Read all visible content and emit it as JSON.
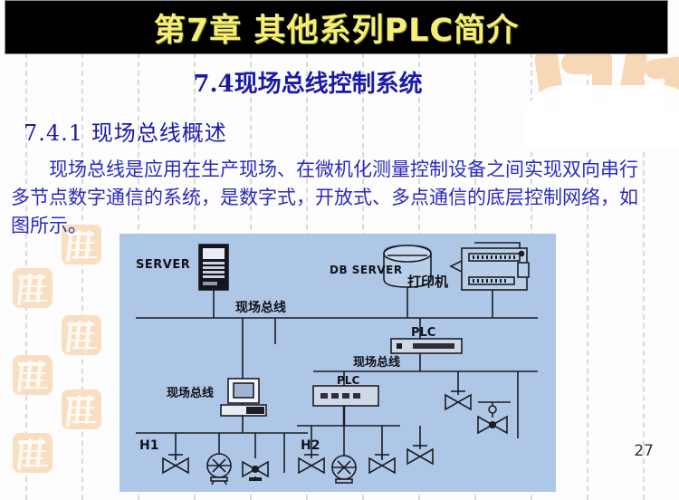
{
  "slide": {
    "title": "第7章 其他系列PLC简介",
    "title_prefix": "第",
    "title_num": "7",
    "title_mid": "章 其他系列",
    "title_latin": "PLC",
    "title_suffix": "简介",
    "subtitle": "7.4现场总线控制系统",
    "section_heading": "7.4.1  现场总线概述",
    "body_paragraph": "现场总线是应用在生产现场、在微机化测量控制设备之间实现双向串行多节点数字通信的系统，是数字式，开放式、多点通信的底层控制网络，如图所示。",
    "page_number": "27",
    "colors": {
      "title_band": "#000000",
      "title_text": "#f4ef7a",
      "heading_blue": "#1a1aa8",
      "body_blue": "#2b2bbe",
      "diagram_background": "#aec7e6",
      "decoration_peach": "#fadec2",
      "grid_dash": "#d9d9d9"
    }
  },
  "diagram": {
    "caption_alt": "现场总线控制系统结构图",
    "labels": {
      "server": "SERVER",
      "db_server": "DB SERVER",
      "printer": "打印机",
      "fieldbus_main": "现场总线",
      "fieldbus_left": "现场总线",
      "fieldbus_right": "现场总线",
      "plc_right": "PLC",
      "plc_mid": "PLC",
      "h1": "H1",
      "h2": "H2"
    },
    "nodes": [
      {
        "name": "server-tower",
        "label": "SERVER",
        "type": "tower-computer"
      },
      {
        "name": "db-server",
        "label": "DB SERVER",
        "type": "database-cylinder"
      },
      {
        "name": "printer",
        "label": "打印机",
        "type": "printer"
      },
      {
        "name": "workstation",
        "label": "",
        "type": "desktop-computer"
      },
      {
        "name": "plc-right",
        "label": "PLC",
        "type": "plc-module"
      },
      {
        "name": "plc-mid",
        "label": "PLC",
        "type": "plc-module"
      }
    ],
    "buses": [
      {
        "name": "main-fieldbus",
        "label": "现场总线"
      },
      {
        "name": "h1-segment",
        "label": "H1"
      },
      {
        "name": "h2-segment",
        "label": "H2"
      }
    ],
    "field_devices": [
      {
        "name": "valve-1",
        "type": "control-valve"
      },
      {
        "name": "pump-1",
        "type": "rotary-instrument"
      },
      {
        "name": "valve-2",
        "type": "control-valve"
      },
      {
        "name": "valve-3",
        "type": "control-valve"
      },
      {
        "name": "pump-2",
        "type": "rotary-instrument"
      },
      {
        "name": "valve-4",
        "type": "control-valve"
      },
      {
        "name": "valve-5",
        "type": "control-valve"
      },
      {
        "name": "valve-6",
        "type": "control-valve"
      }
    ]
  },
  "decorations": {
    "stamp_count": 7,
    "grid_lines": 12
  }
}
